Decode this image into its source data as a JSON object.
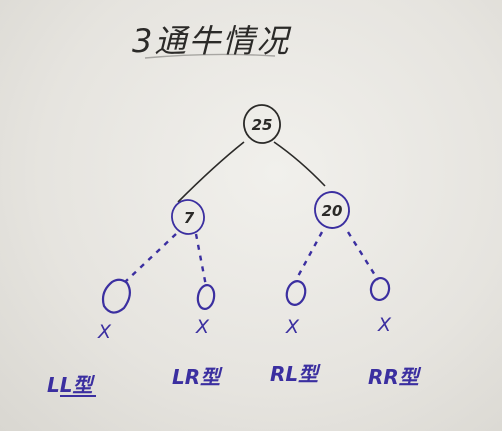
{
  "title": "3通牛情况",
  "colors": {
    "pencil": "#2b2a28",
    "ink": "#3b2fa0",
    "paper": "#eeede9"
  },
  "tree": {
    "root": {
      "label": "25"
    },
    "left": {
      "label": "7"
    },
    "right": {
      "label": "20"
    },
    "leaves": [
      {
        "mark": "X",
        "type": "LL型"
      },
      {
        "mark": "X",
        "type": "LR型"
      },
      {
        "mark": "X",
        "type": "RL型"
      },
      {
        "mark": "X",
        "type": "RR型"
      }
    ]
  }
}
